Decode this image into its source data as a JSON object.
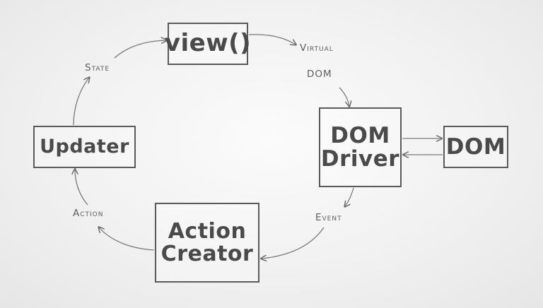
{
  "nodes": {
    "view": "view()",
    "dom_driver": "DOM\nDriver",
    "dom": "DOM",
    "updater": "Updater",
    "action_creator": "Action\nCreator"
  },
  "labels": {
    "virtual": "Virtual",
    "virtual_dom": "DOM",
    "state": "State",
    "event": "Event",
    "action": "Action"
  },
  "colors": {
    "ink": "#5a5a5a",
    "text": "#4a4a4a",
    "background": "#f1f1f1"
  }
}
